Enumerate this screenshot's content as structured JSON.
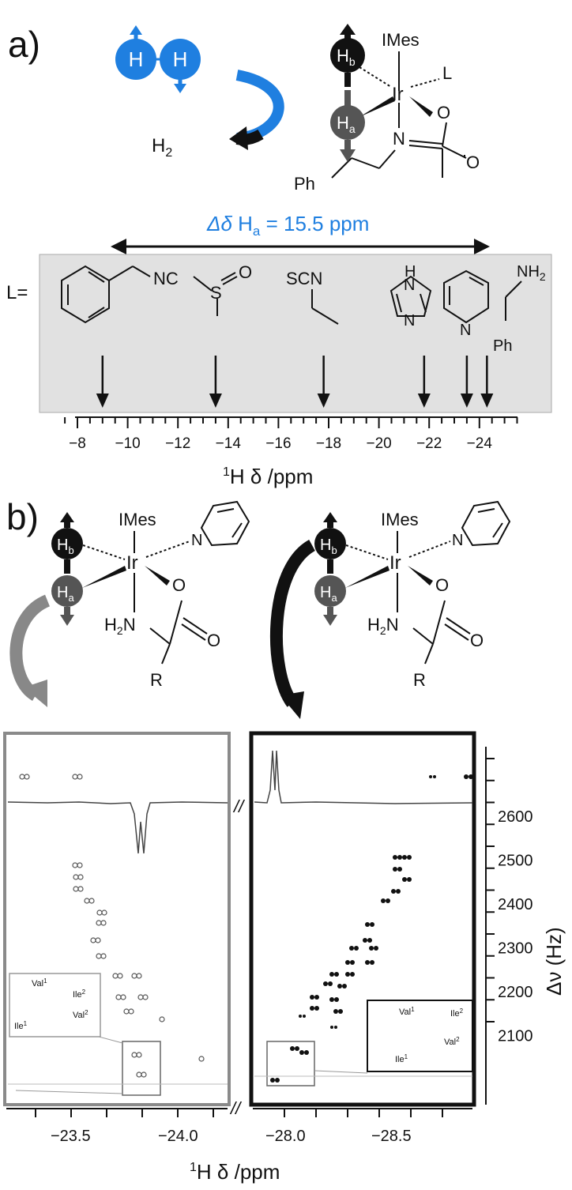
{
  "panel_a": {
    "label": "a)",
    "h2_atom_left": "H",
    "h2_atom_right": "H",
    "h2_caption": "H",
    "h2_caption_sub": "2",
    "complex_ligand_top": "IMes",
    "complex_ligand_L": "L",
    "complex_metal": "Ir",
    "hydride_b": "H",
    "hydride_b_sub": "b",
    "hydride_a": "H",
    "hydride_a_sub": "a",
    "complex_N": "N",
    "complex_O_top": "O",
    "complex_O_right": "O",
    "complex_Ph": "Ph",
    "shift_label_prefix": "Δδ",
    "shift_label_H": "H",
    "shift_label_sub": "a",
    "shift_label_value": "= 15.5 ppm",
    "ligand_row_label": "L=",
    "ligand_nc": "NC",
    "ligand_sulfoxide_S": "S",
    "ligand_sulfoxide_O": "O",
    "ligand_scn": "SCN",
    "ligand_imidazole_NH": "H",
    "ligand_imidazole_N1": "N",
    "ligand_imidazole_N2": "N",
    "ligand_pyridine_N": "N",
    "ligand_amine_NH": "NH",
    "ligand_amine_sub": "2",
    "ligand_amine_Ph": "Ph",
    "axis_ticks": [
      "−8",
      "−10",
      "−12",
      "−14",
      "−16",
      "−18",
      "−20",
      "−22",
      "−24"
    ],
    "axis_tick_values": [
      -8,
      -10,
      -12,
      -14,
      -16,
      -18,
      -20,
      -22,
      -24
    ],
    "axis_label_sup": "1",
    "axis_label_main": "H δ /ppm",
    "arrow_ppm": [
      -9.0,
      -13.5,
      -17.8,
      -21.8,
      -23.5,
      -24.3
    ]
  },
  "panel_b": {
    "label": "b)",
    "complex_ligand_top": "IMes",
    "complex_metal": "Ir",
    "hydride_b": "H",
    "hydride_b_sub": "b",
    "hydride_a": "H",
    "hydride_a_sub": "a",
    "complex_N_pyr": "N",
    "complex_O_top": "O",
    "complex_O_right": "O",
    "complex_H2N": "H",
    "complex_H2N_sub": "2",
    "complex_H2N_N": "N",
    "complex_R": "R",
    "break_mark_top": "//",
    "break_mark_bottom": "//",
    "left_xticks": [
      "−23.5",
      "−24.0"
    ],
    "right_xticks": [
      "−28.0",
      "−28.5"
    ],
    "y_ticks": [
      "2600",
      "2500",
      "2400",
      "2300",
      "2200",
      "2100"
    ],
    "y_label": "Δν (Hz)",
    "x_label_sup": "1",
    "x_label_main": "H δ /ppm",
    "inset_left": {
      "val1": "Val",
      "val1_sup": "1",
      "ile2": "Ile",
      "ile2_sup": "2",
      "val2": "Val",
      "val2_sup": "2",
      "ile1": "Ile",
      "ile1_sup": "1"
    },
    "inset_right": {
      "val1": "Val",
      "val1_sup": "1",
      "ile2": "Ile",
      "ile2_sup": "2",
      "val2": "Val",
      "val2_sup": "2",
      "ile1": "Ile",
      "ile1_sup": "1"
    }
  },
  "colors": {
    "accent_blue": "#1f7fe0",
    "panel_grey": "#e1e1e1",
    "frame_grey": "#8a8a8a",
    "frame_black": "#111111"
  }
}
